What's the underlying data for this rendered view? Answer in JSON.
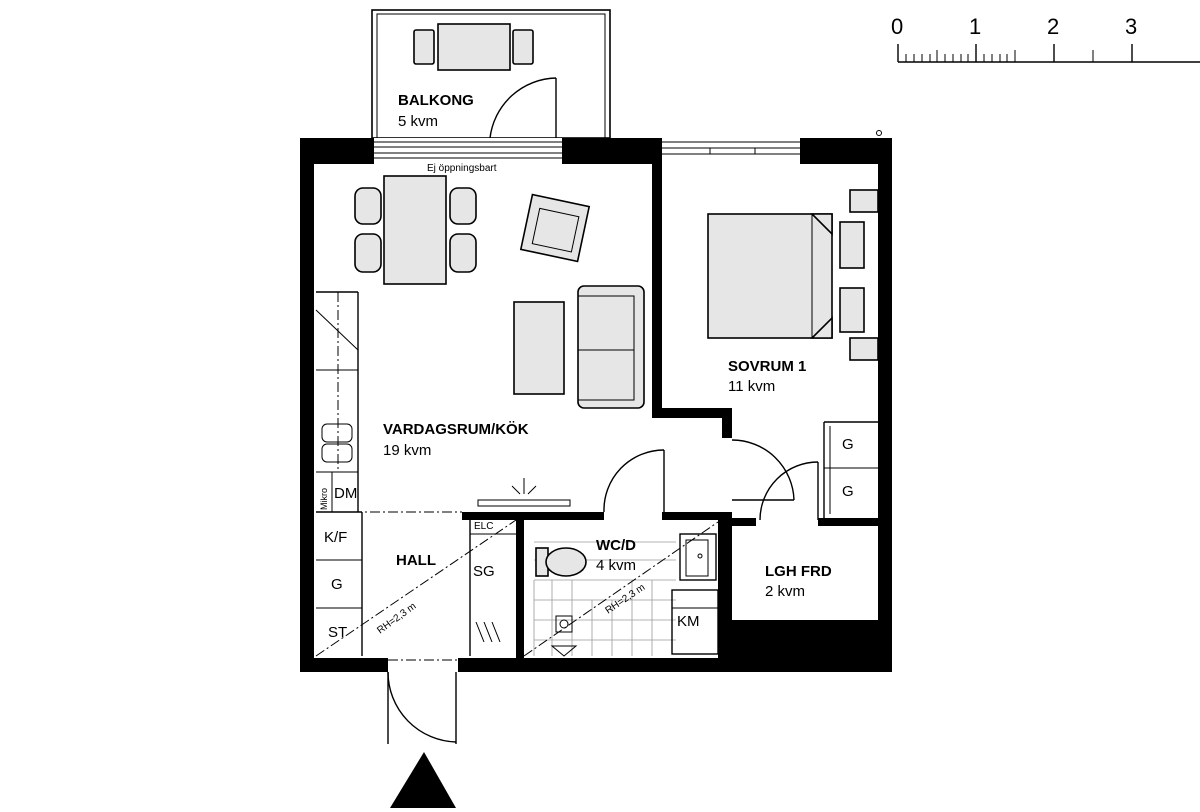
{
  "scale_bar": {
    "ticks": [
      "0",
      "1",
      "2",
      "3"
    ]
  },
  "rooms": {
    "balkong": {
      "name": "BALKONG",
      "area": "5 kvm"
    },
    "vardagsrum": {
      "name": "VARDAGSRUM/KÖK",
      "area": "19 kvm"
    },
    "sovrum": {
      "name": "SOVRUM 1",
      "area": "11 kvm"
    },
    "hall": {
      "name": "HALL"
    },
    "wc": {
      "name": "WC/D",
      "area": "4 kvm"
    },
    "lgh": {
      "name": "LGH FRD",
      "area": "2 kvm"
    }
  },
  "labels": {
    "window_note": "Ej öppningsbart",
    "mikro": "Mikro",
    "dm": "DM",
    "kf": "K/F",
    "g_hall": "G",
    "st": "ST",
    "elc": "ELC",
    "sg": "SG",
    "km": "KM",
    "g_upper": "G",
    "g_lower": "G",
    "rh_hall": "RH=2,3 m",
    "rh_wc": "RH=2,3 m"
  }
}
